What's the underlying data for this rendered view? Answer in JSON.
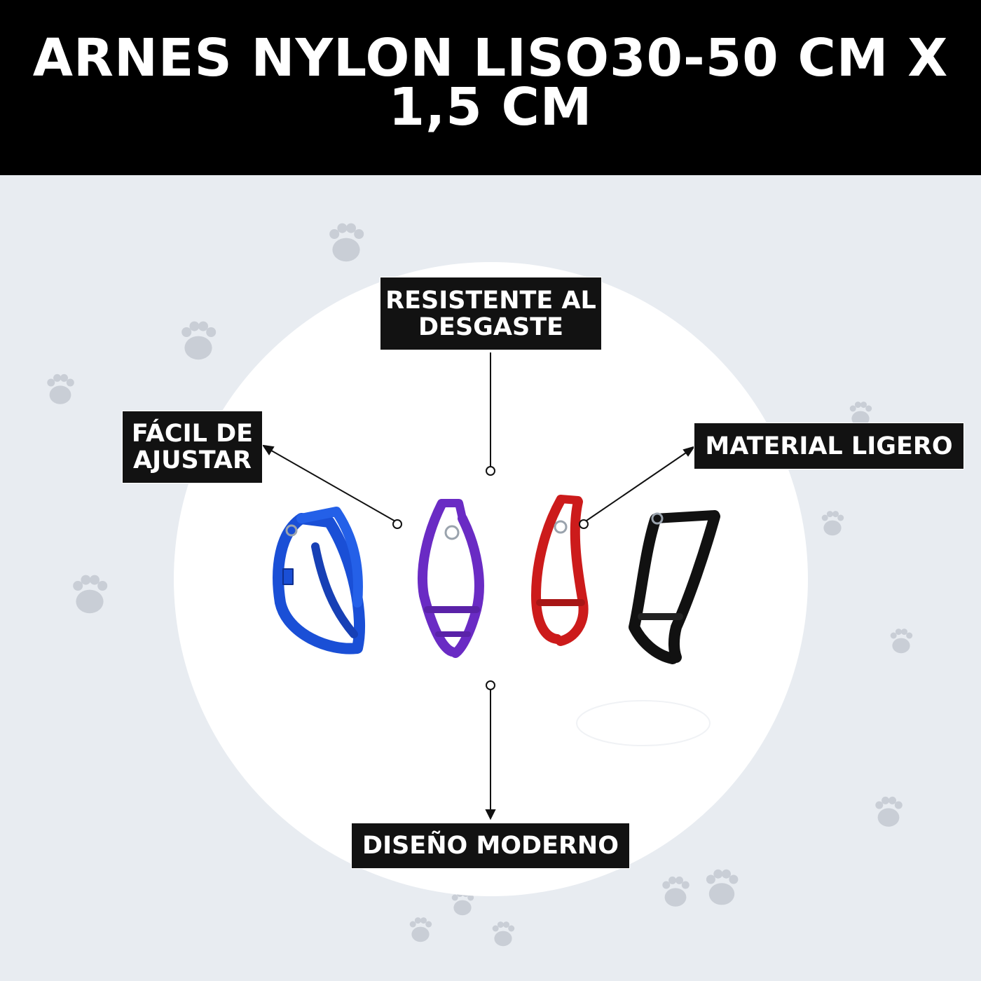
{
  "header": {
    "title": "ARNES NYLON LISO30-50 CM X 1,5 CM",
    "background": "#000000",
    "text_color": "#ffffff"
  },
  "page": {
    "background": "#e8ecf1",
    "decoration_icon": "paw-print-icon"
  },
  "product": {
    "image_alt": "Arneses de nylon en azul, morado, rojo y negro",
    "colors": [
      {
        "name": "blue",
        "hex": "#1a4fd6"
      },
      {
        "name": "purple",
        "hex": "#6a2bc4"
      },
      {
        "name": "red",
        "hex": "#cc1b1b"
      },
      {
        "name": "black",
        "hex": "#111111"
      }
    ]
  },
  "callouts": {
    "top": "RESISTENTE AL DESGASTE",
    "left": "FÁCIL DE AJUSTAR",
    "right": "MATERIAL LIGERO",
    "bottom": "DISEÑO MODERNO"
  }
}
